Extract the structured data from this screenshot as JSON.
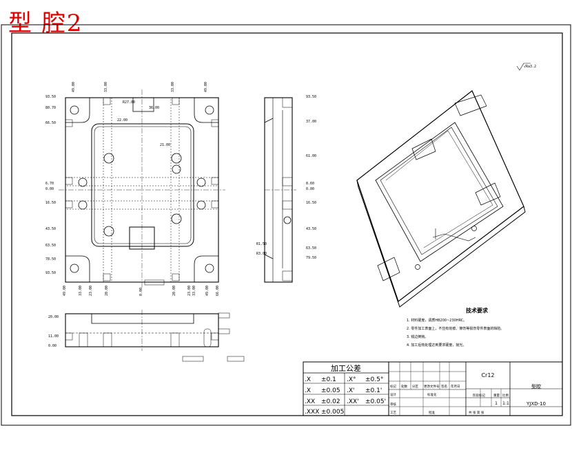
{
  "sheet_title": "型 腔2",
  "roughness_symbol": "√Ra3.2",
  "technical_requirements": {
    "title": "技术要求",
    "items": [
      "1. 材料硬度，调质HB200~230HRC。",
      "2. 零件加工表面上，不应有划痕、擦伤等损伤零件表面的缺陷。",
      "3. 锐边倒钝。",
      "4. 加工后热处理达到要求硬度，抛光。"
    ]
  },
  "tolerance_table": {
    "title": "加工公差",
    "rows": [
      [
        ".X",
        "±0.1",
        ".X°",
        "±0.5°"
      ],
      [
        ".X",
        "±0.05",
        ".X'",
        "±0.1'"
      ],
      [
        ".XX",
        "±0.02",
        ".XX'",
        "±0.05'"
      ],
      [
        ".XXX",
        "±0.005",
        "",
        ""
      ]
    ]
  },
  "title_block": {
    "material": "Cr12",
    "part_name": "型腔",
    "drawing_no": "YJXD-10",
    "scale": "1:1",
    "quantity": "1",
    "header_labels": [
      "标记",
      "处数",
      "分区",
      "更改文件号",
      "签名",
      "年月日"
    ],
    "row_labels": [
      "设计",
      "审核",
      "工艺"
    ],
    "standardize": "标准化",
    "approve": "批准",
    "stage_labels": [
      "阶段标记",
      "重量",
      "比例"
    ],
    "sheet_info": "共 张 第 张"
  },
  "dimensions_left": [
    "93.50",
    "80.70",
    "66.50",
    "6.70",
    "0.00",
    "16.50",
    "43.50",
    "63.50",
    "78.50",
    "93.50"
  ],
  "dimensions_right": [
    "93.50",
    "37.00",
    "8.60",
    "61.00",
    "0.00",
    "16.50",
    "43.50",
    "63.50",
    "79.50"
  ],
  "dimensions_top": [
    "49.00",
    "33.00",
    "33.00",
    "49.00"
  ],
  "dimensions_bottom": [
    "49.00",
    "33.00",
    "23.00",
    "20.00",
    "0.00",
    "20.00",
    "23.00",
    "33.00",
    "49.00",
    "66.00"
  ],
  "section_dimensions": [
    "20.00",
    "11.00",
    "0.00"
  ],
  "feature_labels": [
    "R27.00",
    "36.00",
    "21.00",
    "22.00",
    "R1.50",
    "R3.00"
  ]
}
